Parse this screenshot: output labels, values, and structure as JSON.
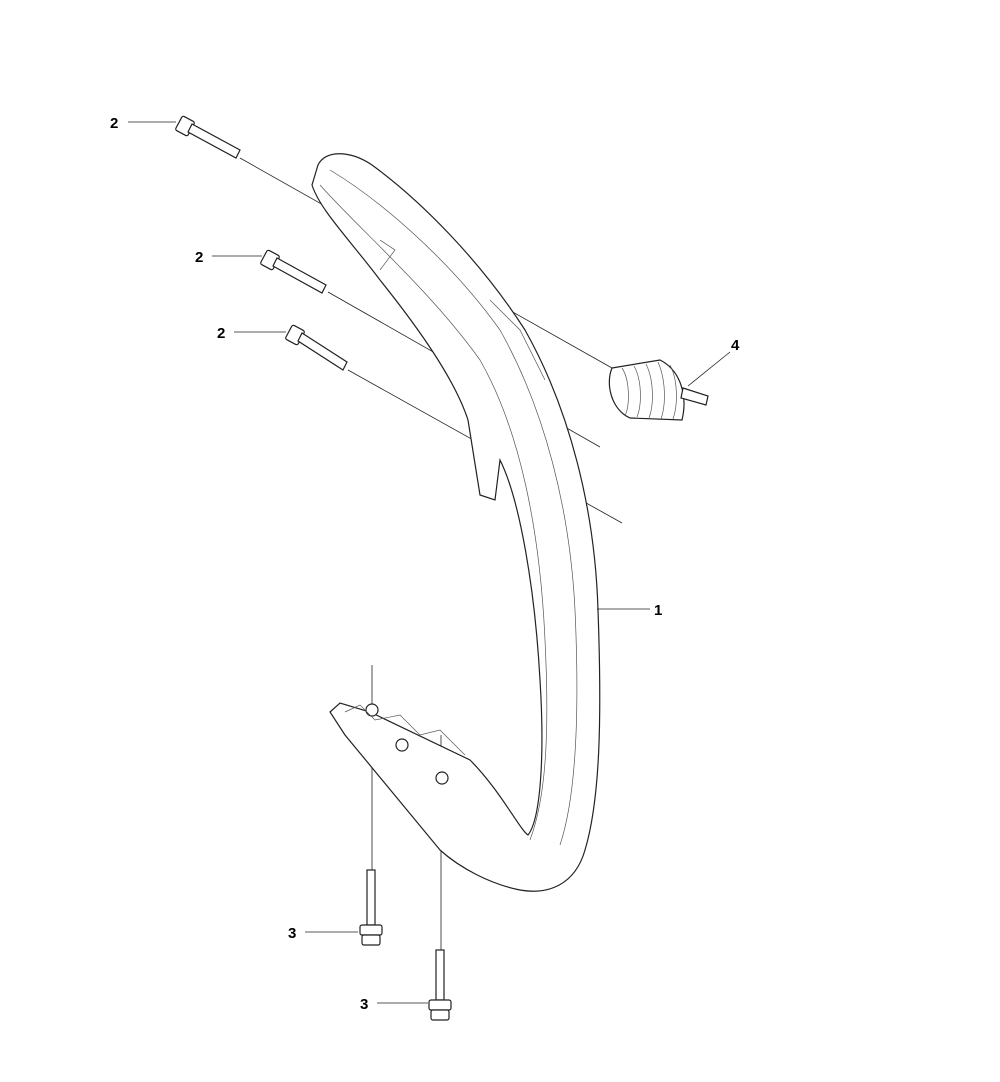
{
  "diagram": {
    "callouts": [
      {
        "id": "bolt-top",
        "label": "2"
      },
      {
        "id": "bolt-middle",
        "label": "2"
      },
      {
        "id": "bolt-lower",
        "label": "2"
      },
      {
        "id": "vibration-damper",
        "label": "4"
      },
      {
        "id": "front-handle",
        "label": "1"
      },
      {
        "id": "bottom-screw-left",
        "label": "3"
      },
      {
        "id": "bottom-screw-right",
        "label": "3"
      }
    ]
  }
}
